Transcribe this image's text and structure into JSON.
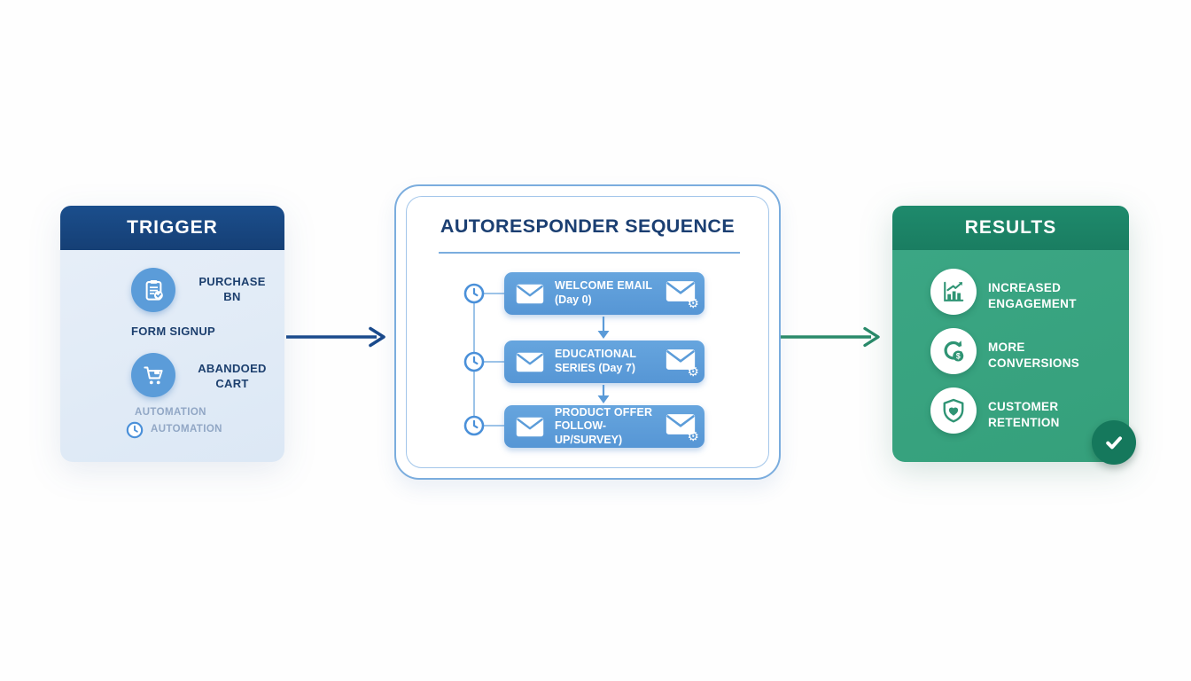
{
  "trigger": {
    "title": "TRIGGER",
    "purchase_label": "PURCHASE\nBN",
    "form_signup_label": "FORM SIGNUP",
    "abandoned_label": "ABANDOED\nCART",
    "automation_label_1": "AUTOMATION",
    "automation_label_2": "AUTOMATION",
    "icons": [
      "clipboard-check-icon",
      "shopping-cart-icon",
      "clock-icon"
    ]
  },
  "sequence": {
    "title": "AUTORESPONDER SEQUENCE",
    "steps": [
      {
        "line1": "WELCOME EMAIL",
        "line2": "(Day 0)",
        "left_icon": "envelope-icon",
        "right_icon": "envelope-gear-icon",
        "timer_icon": "clock-icon"
      },
      {
        "line1": "EDUCATIONAL",
        "line2": "SERIES (Day 7)",
        "left_icon": "envelope-icon",
        "right_icon": "envelope-gear-icon",
        "timer_icon": "clock-icon"
      },
      {
        "line1": "PRODUCT OFFER",
        "line2": "FOLLOW-UP/SURVEY)",
        "left_icon": "envelope-icon",
        "right_icon": "envelope-gear-icon",
        "timer_icon": "clock-icon"
      }
    ]
  },
  "results": {
    "title": "RESULTS",
    "items": [
      {
        "icon": "bar-chart-growth-icon",
        "label": "INCREASED\nENGAGEMENT"
      },
      {
        "icon": "conversion-refresh-dollar-icon",
        "label": "MORE\nCONVERSIONS"
      },
      {
        "icon": "shield-heart-icon",
        "label": "CUSTOMER\nRETENTION"
      }
    ],
    "badge_icon": "checkmark-icon"
  },
  "colors": {
    "navy_header": "#17467f",
    "navy_text": "#1c3f6e",
    "trigger_body_bg": "#dfe9f5",
    "accent_blue": "#5b9cd9",
    "border_blue": "#7badde",
    "muted_blue_text": "#91a7c5",
    "green_header": "#1c8367",
    "green_body": "#38a17e",
    "green_dark_badge": "#15785c",
    "arrow_navy": "#1a4a8c",
    "arrow_green": "#2a8a6a"
  }
}
